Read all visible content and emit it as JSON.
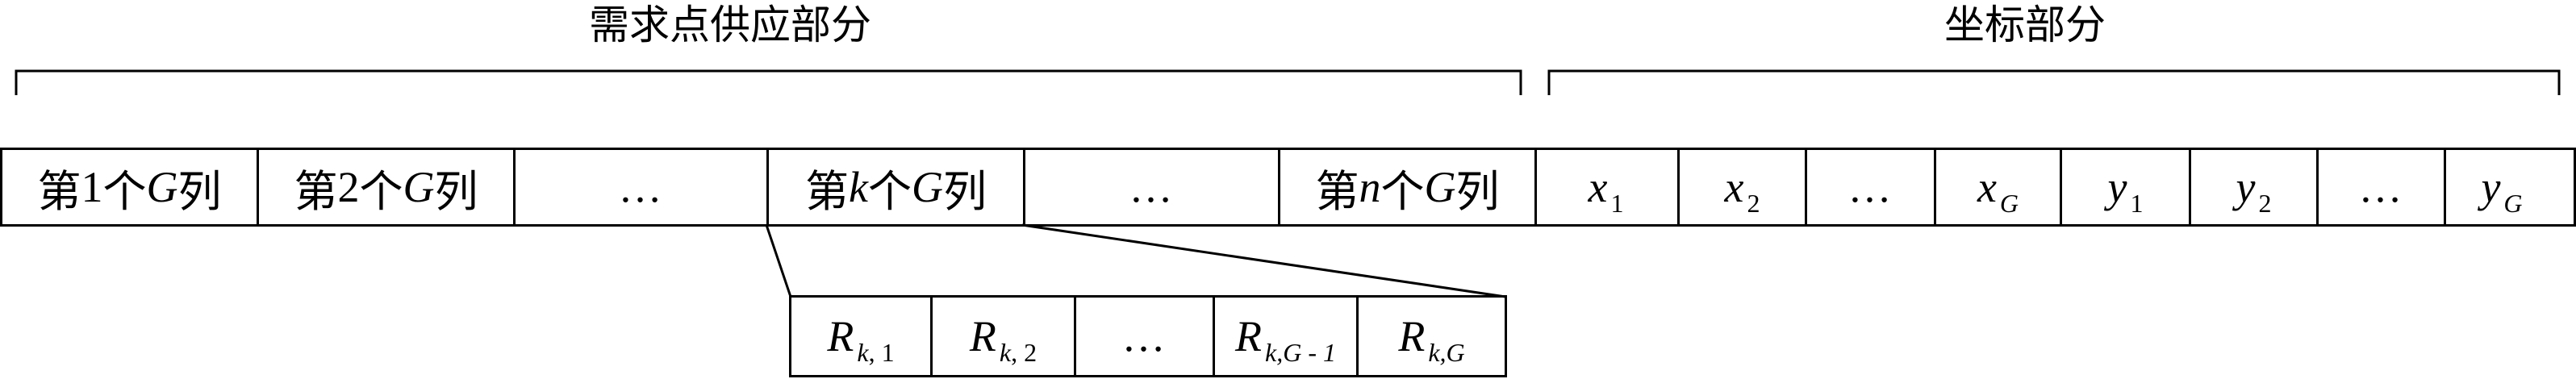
{
  "headers": {
    "demand": "需求点供应部分",
    "coords": "坐标部分"
  },
  "main_cells": [
    {
      "pre": "第",
      "num": "1",
      "mid": "个",
      "var": "G",
      "post": "列"
    },
    {
      "pre": "第",
      "num": "2",
      "mid": "个",
      "var": "G",
      "post": "列"
    },
    {
      "dots": "…"
    },
    {
      "pre": "第",
      "num_it": "k",
      "mid": "个",
      "var": "G",
      "post": "列"
    },
    {
      "dots": "…"
    },
    {
      "pre": "第",
      "num_it": "n",
      "mid": "个",
      "var": "G",
      "post": "列"
    }
  ],
  "coord_cells": [
    {
      "var": "x",
      "sub": "1"
    },
    {
      "var": "x",
      "sub": "2"
    },
    {
      "dots": "…"
    },
    {
      "var": "x",
      "sub_it": "G"
    },
    {
      "var": "y",
      "sub": "1"
    },
    {
      "var": "y",
      "sub": "2"
    },
    {
      "dots": "…"
    },
    {
      "var": "y",
      "sub_it": "G"
    }
  ],
  "detail_cells": [
    {
      "var": "R",
      "sub_k": "k",
      "sub_rest": ", 1"
    },
    {
      "var": "R",
      "sub_k": "k",
      "sub_rest": ", 2"
    },
    {
      "dots": "…"
    },
    {
      "var": "R",
      "sub_k": "k",
      "sub_rest": ",G - 1"
    },
    {
      "var": "R",
      "sub_k": "k",
      "sub_rest": ",G"
    }
  ]
}
